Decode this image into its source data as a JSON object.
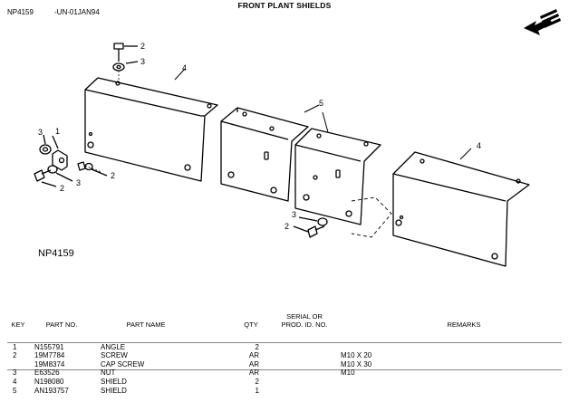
{
  "header": {
    "doc_id": "NP4159",
    "revision": "-UN-01JAN94",
    "title": "FRONT PLANT SHIELDS"
  },
  "figure": {
    "ref": "NP4159",
    "callouts": [
      "1",
      "2",
      "3",
      "4",
      "5"
    ]
  },
  "table": {
    "headers": {
      "key": "KEY",
      "part_no": "PART NO.",
      "part_name": "PART NAME",
      "qty": "QTY",
      "serial": "SERIAL OR\nPROD. ID. NO.",
      "remarks": "REMARKS"
    },
    "rows": [
      {
        "key": "1",
        "part_no": "N155791",
        "name": "ANGLE",
        "qty": "2",
        "remarks": ""
      },
      {
        "key": "2",
        "part_no": "19M7784",
        "name": "SCREW",
        "qty": "AR",
        "remarks": "M10 X 20"
      },
      {
        "key": "",
        "part_no": "19M8374",
        "name": "CAP SCREW",
        "qty": "AR",
        "remarks": "M10 X 30"
      },
      {
        "key": "3",
        "part_no": "E63526",
        "name": "NUT",
        "qty": "AR",
        "remarks": "M10"
      },
      {
        "key": "4",
        "part_no": "N198080",
        "name": "SHIELD",
        "qty": "2",
        "remarks": ""
      },
      {
        "key": "5",
        "part_no": "AN193757",
        "name": "SHIELD",
        "qty": "1",
        "remarks": ""
      }
    ]
  }
}
